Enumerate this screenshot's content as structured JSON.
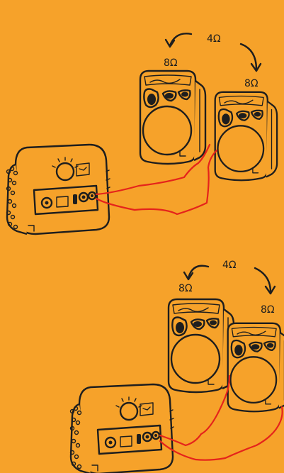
{
  "top_diagram": {
    "total_impedance": "4Ω",
    "speaker_left_impedance": "8Ω",
    "speaker_right_impedance": "8Ω"
  },
  "bottom_diagram": {
    "total_impedance": "4Ω",
    "speaker_left_impedance": "8Ω",
    "speaker_right_impedance": "8Ω"
  },
  "colors": {
    "background": "#f6a22a",
    "ink": "#1e1e1e",
    "cable": "#e5231b"
  }
}
